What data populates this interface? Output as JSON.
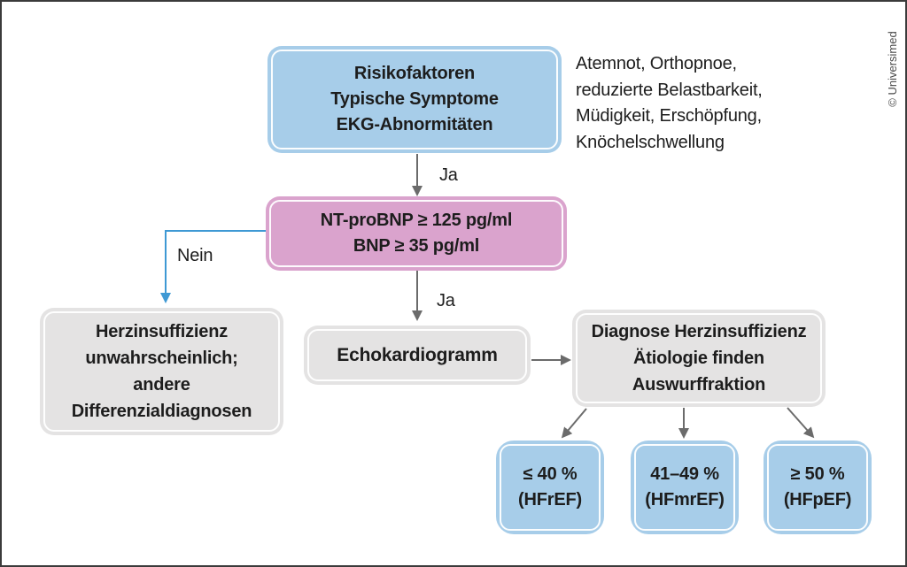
{
  "credit": "© Universimed",
  "flowchart": {
    "start_box": {
      "lines": [
        "Risikofaktoren",
        "Typische Symptome",
        "EKG-Abnormitäten"
      ]
    },
    "symptoms_note": {
      "lines": [
        "Atemnot, Orthopnoe,",
        "reduzierte Belastbarkeit,",
        "Müdigkeit, Erschöpfung,",
        "Knöchelschwellung"
      ]
    },
    "bnp_box": {
      "lines": [
        "NT-proBNP ≥ 125 pg/ml",
        "BNP ≥ 35 pg/ml"
      ]
    },
    "labels": {
      "ja1": "Ja",
      "ja2": "Ja",
      "nein": "Nein"
    },
    "unlikely_box": {
      "lines": [
        "Herzinsuffizienz",
        "unwahrscheinlich;",
        "andere",
        "Differenzialdiagnosen"
      ]
    },
    "echo_box": {
      "label": "Echokardiogramm"
    },
    "diagnosis_box": {
      "lines": [
        "Diagnose Herzinsuffizienz",
        "Ätiologie finden",
        "Auswurffraktion"
      ]
    },
    "ef_boxes": [
      {
        "lines": [
          "≤ 40 %",
          "(HFrEF)"
        ]
      },
      {
        "lines": [
          "41–49 %",
          "(HFmrEF)"
        ]
      },
      {
        "lines": [
          "≥ 50 %",
          "(HFpEF)"
        ]
      }
    ]
  },
  "colors": {
    "blue_fill": "#a7cde9",
    "pink_fill": "#daa3cd",
    "gray_fill": "#e4e3e3",
    "arrow_gray": "#6b6b6b",
    "nein_blue": "#3e99d4",
    "text": "#1d1d1d",
    "frame": "#3b3b3b",
    "credit": "#4a4a4a"
  }
}
